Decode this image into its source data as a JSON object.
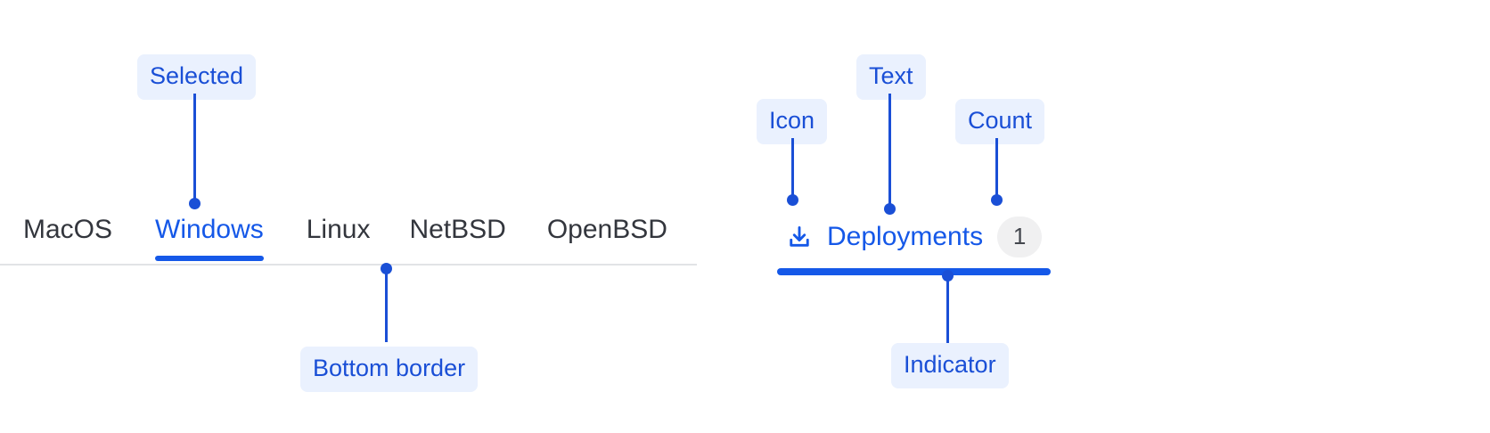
{
  "left_group": {
    "name": "os-tabs",
    "tabs": [
      {
        "label": "MacOS",
        "selected": false
      },
      {
        "label": "Windows",
        "selected": true
      },
      {
        "label": "Linux",
        "selected": false
      },
      {
        "label": "NetBSD",
        "selected": false
      },
      {
        "label": "OpenBSD",
        "selected": false
      }
    ]
  },
  "right_group": {
    "name": "deployments-tab",
    "icon": "download-icon",
    "label": "Deployments",
    "count": "1"
  },
  "annotations": [
    {
      "id": "selected",
      "text": "Selected"
    },
    {
      "id": "bottom-border",
      "text": "Bottom border"
    },
    {
      "id": "icon",
      "text": "Icon"
    },
    {
      "id": "text",
      "text": "Text"
    },
    {
      "id": "count",
      "text": "Count"
    },
    {
      "id": "indicator",
      "text": "Indicator"
    }
  ],
  "colors": {
    "accent": "#1558e8",
    "annotation_text": "#1a4fd6",
    "annotation_bg": "#eaf1fe",
    "tab_text": "#33363d",
    "divider": "#e2e3e6",
    "badge_bg": "#f0f0f1"
  }
}
